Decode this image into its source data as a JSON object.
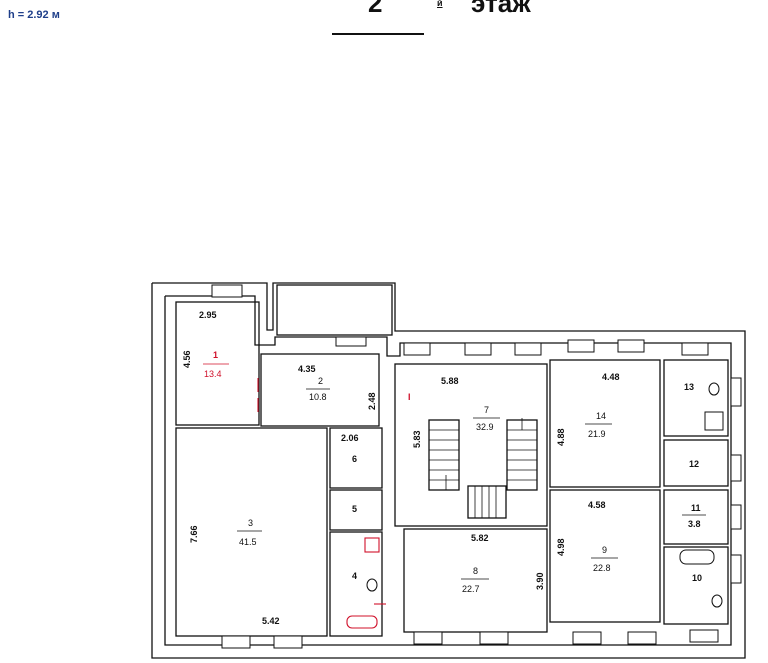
{
  "header": {
    "height_note": "h = 2.92 м",
    "floor_number": "2",
    "floor_suffix": "й",
    "floor_word": "этаж"
  },
  "plan": {
    "axis_label": "I",
    "rooms": [
      {
        "id": "1",
        "number": "1",
        "area": "13.4",
        "highlight": true
      },
      {
        "id": "2",
        "number": "2",
        "area": "10.8"
      },
      {
        "id": "3",
        "number": "3",
        "area": "41.5"
      },
      {
        "id": "4",
        "number": "4",
        "area": ""
      },
      {
        "id": "5",
        "number": "5",
        "area": ""
      },
      {
        "id": "6",
        "number": "6",
        "area": ""
      },
      {
        "id": "7",
        "number": "7",
        "area": "32.9"
      },
      {
        "id": "8",
        "number": "8",
        "area": "22.7"
      },
      {
        "id": "9",
        "number": "9",
        "area": "22.8"
      },
      {
        "id": "10",
        "number": "10",
        "area": ""
      },
      {
        "id": "11",
        "number": "11",
        "area": "3.8"
      },
      {
        "id": "12",
        "number": "12",
        "area": ""
      },
      {
        "id": "13",
        "number": "13",
        "area": ""
      },
      {
        "id": "14",
        "number": "14",
        "area": "21.9"
      }
    ],
    "dims": {
      "r1_top": "2.95",
      "r1_side": "4.56",
      "r2_top": "4.35",
      "r2_side": "2.48",
      "r3_side": "7.66",
      "r3_bottom": "5.42",
      "r6_top": "2.06",
      "r7_top": "5.88",
      "r7_side": "5.83",
      "r8_top": "5.82",
      "r8_side": "3.90",
      "r9_top": "4.58",
      "r9_side": "4.98",
      "r14_top": "4.48",
      "r14_side": "4.88"
    }
  }
}
